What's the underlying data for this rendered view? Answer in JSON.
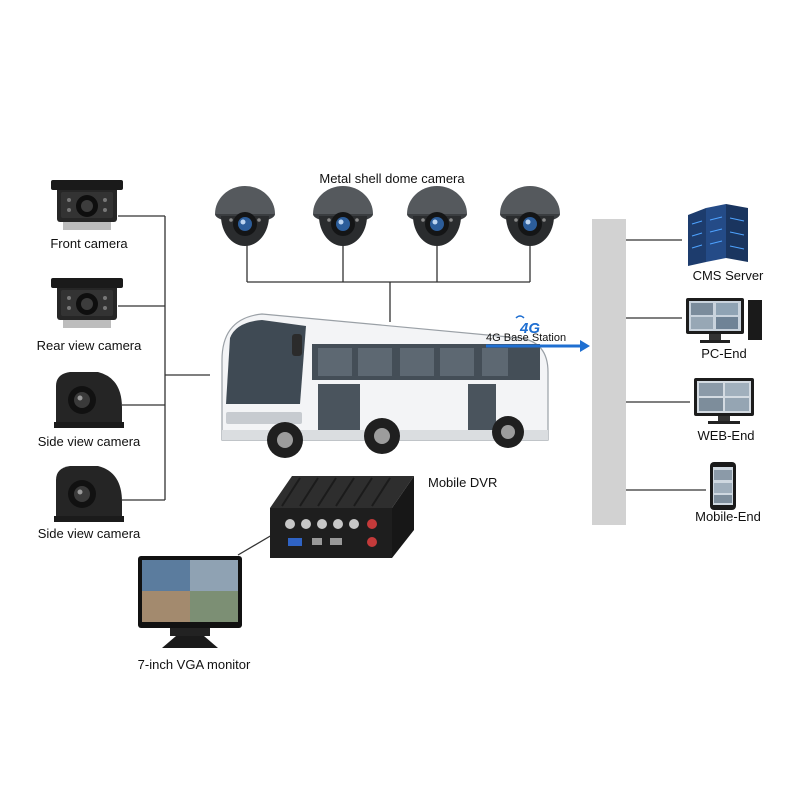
{
  "top_label": "Metal shell dome camera",
  "left_cameras": [
    "Front camera",
    "Rear view camera",
    "Side view camera",
    "Side view camera"
  ],
  "network": {
    "label_4g": "4G",
    "label_base": "4G Base Station"
  },
  "clients": [
    "CMS Server",
    "PC-End",
    "WEB-End",
    "Mobile-End"
  ],
  "dvr_label": "Mobile DVR",
  "monitor_label": "7-inch VGA monitor",
  "colors": {
    "accent_blue": "#1f6fd1",
    "panel_gray": "#d2d2d2",
    "bus_white": "#f3f4f6",
    "device_black": "#1e1e1e"
  }
}
